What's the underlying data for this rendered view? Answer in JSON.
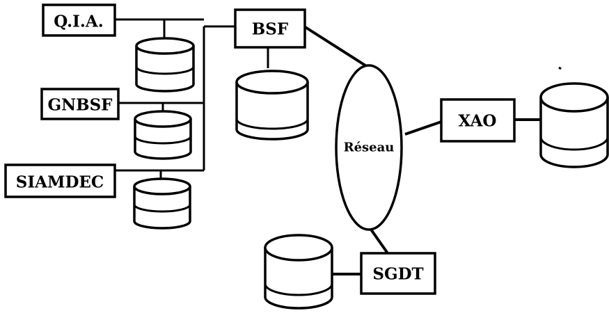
{
  "diagram": {
    "nodes": {
      "qia": "Q.I.A.",
      "gnbsf": "GNBSF",
      "siamdec": "SIAMDEC",
      "bsf": "BSF",
      "xao": "XAO",
      "sgdt": "SGDT",
      "reseau": "Réseau"
    },
    "databases": [
      "qia-db",
      "gnbsf-db",
      "siamdec-db",
      "bsf-db",
      "xao-db",
      "sgdt-db"
    ]
  }
}
